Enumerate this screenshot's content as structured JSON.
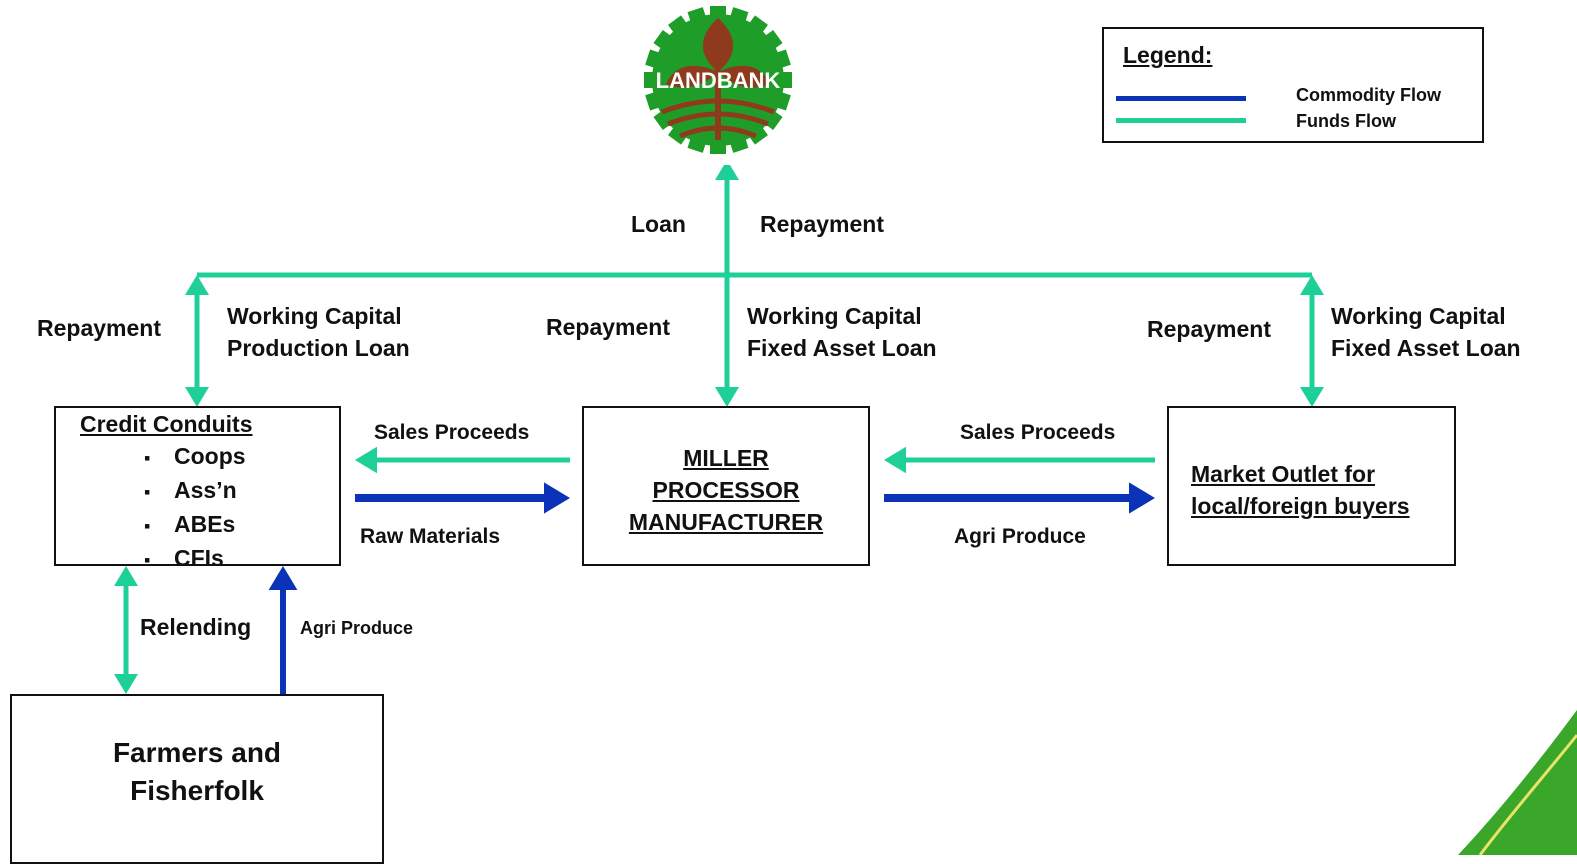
{
  "colors": {
    "commodity": "#0b33b8",
    "funds": "#1fcf98",
    "logo_green": "#1a9a2a",
    "logo_red": "#9a2a1c"
  },
  "logo": {
    "text": "LANDBANK"
  },
  "legend": {
    "title": "Legend:",
    "items": [
      {
        "label": "Commodity Flow",
        "color": "#0b33b8"
      },
      {
        "label": "Funds Flow",
        "color": "#1fcf98"
      }
    ]
  },
  "edges": {
    "loan": "Loan",
    "top_repayment": "Repayment",
    "left_repayment": "Repayment",
    "left_loan": [
      "Working Capital",
      "Production Loan"
    ],
    "mid_repayment": "Repayment",
    "mid_loan": [
      "Working Capital",
      "Fixed Asset Loan"
    ],
    "right_repayment": "Repayment",
    "right_loan": [
      "Working Capital",
      "Fixed Asset Loan"
    ],
    "sales_proceeds_1": "Sales Proceeds",
    "raw_materials": "Raw Materials",
    "sales_proceeds_2": "Sales Proceeds",
    "agri_produce_1": "Agri Produce",
    "relending": "Relending",
    "agri_produce_2": "Agri Produce"
  },
  "nodes": {
    "credit_conduits": {
      "title": "Credit Conduits",
      "items": [
        "Coops",
        "Ass’n",
        "ABEs",
        "CFIs"
      ]
    },
    "miller": {
      "lines": [
        "MILLER",
        "PROCESSOR",
        "MANUFACTURER"
      ]
    },
    "market": {
      "lines": [
        "Market Outlet for",
        "local/foreign buyers"
      ]
    },
    "farmers": {
      "lines": [
        "Farmers and",
        "Fisherfolk"
      ]
    }
  }
}
